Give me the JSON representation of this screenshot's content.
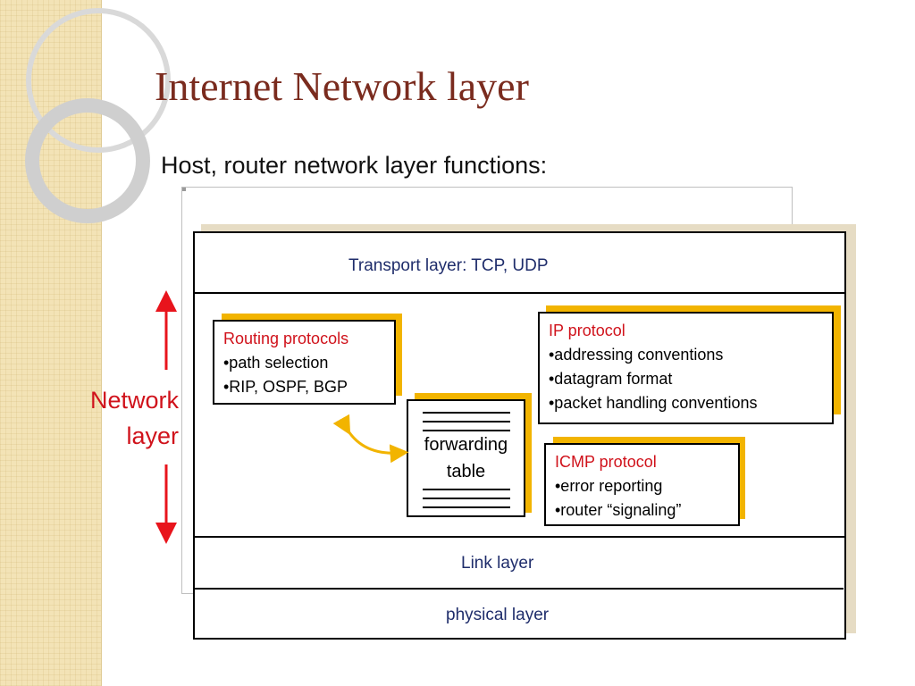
{
  "title": "Internet Network layer",
  "subtitle": "Host, router network layer functions:",
  "layers": {
    "transport": "Transport layer: TCP, UDP",
    "link": "Link layer",
    "physical": "physical layer"
  },
  "network_label": {
    "line1": "Network",
    "line2": "layer"
  },
  "routing": {
    "heading": "Routing protocols",
    "items": [
      "•path selection",
      "•RIP, OSPF, BGP"
    ]
  },
  "ip": {
    "heading": "IP protocol",
    "items": [
      "•addressing conventions",
      "•datagram format",
      "•packet handling conventions"
    ]
  },
  "icmp": {
    "heading": "ICMP protocol",
    "items": [
      "•error reporting",
      "•router “signaling”"
    ]
  },
  "forwarding": {
    "line1": "forwarding",
    "line2": "table"
  },
  "colors": {
    "title": "#7a2b1e",
    "accent_red": "#d0121b",
    "layer_text": "#1f2d6b",
    "box_shadow": "#f2b400",
    "arrow": "#f2b400"
  }
}
